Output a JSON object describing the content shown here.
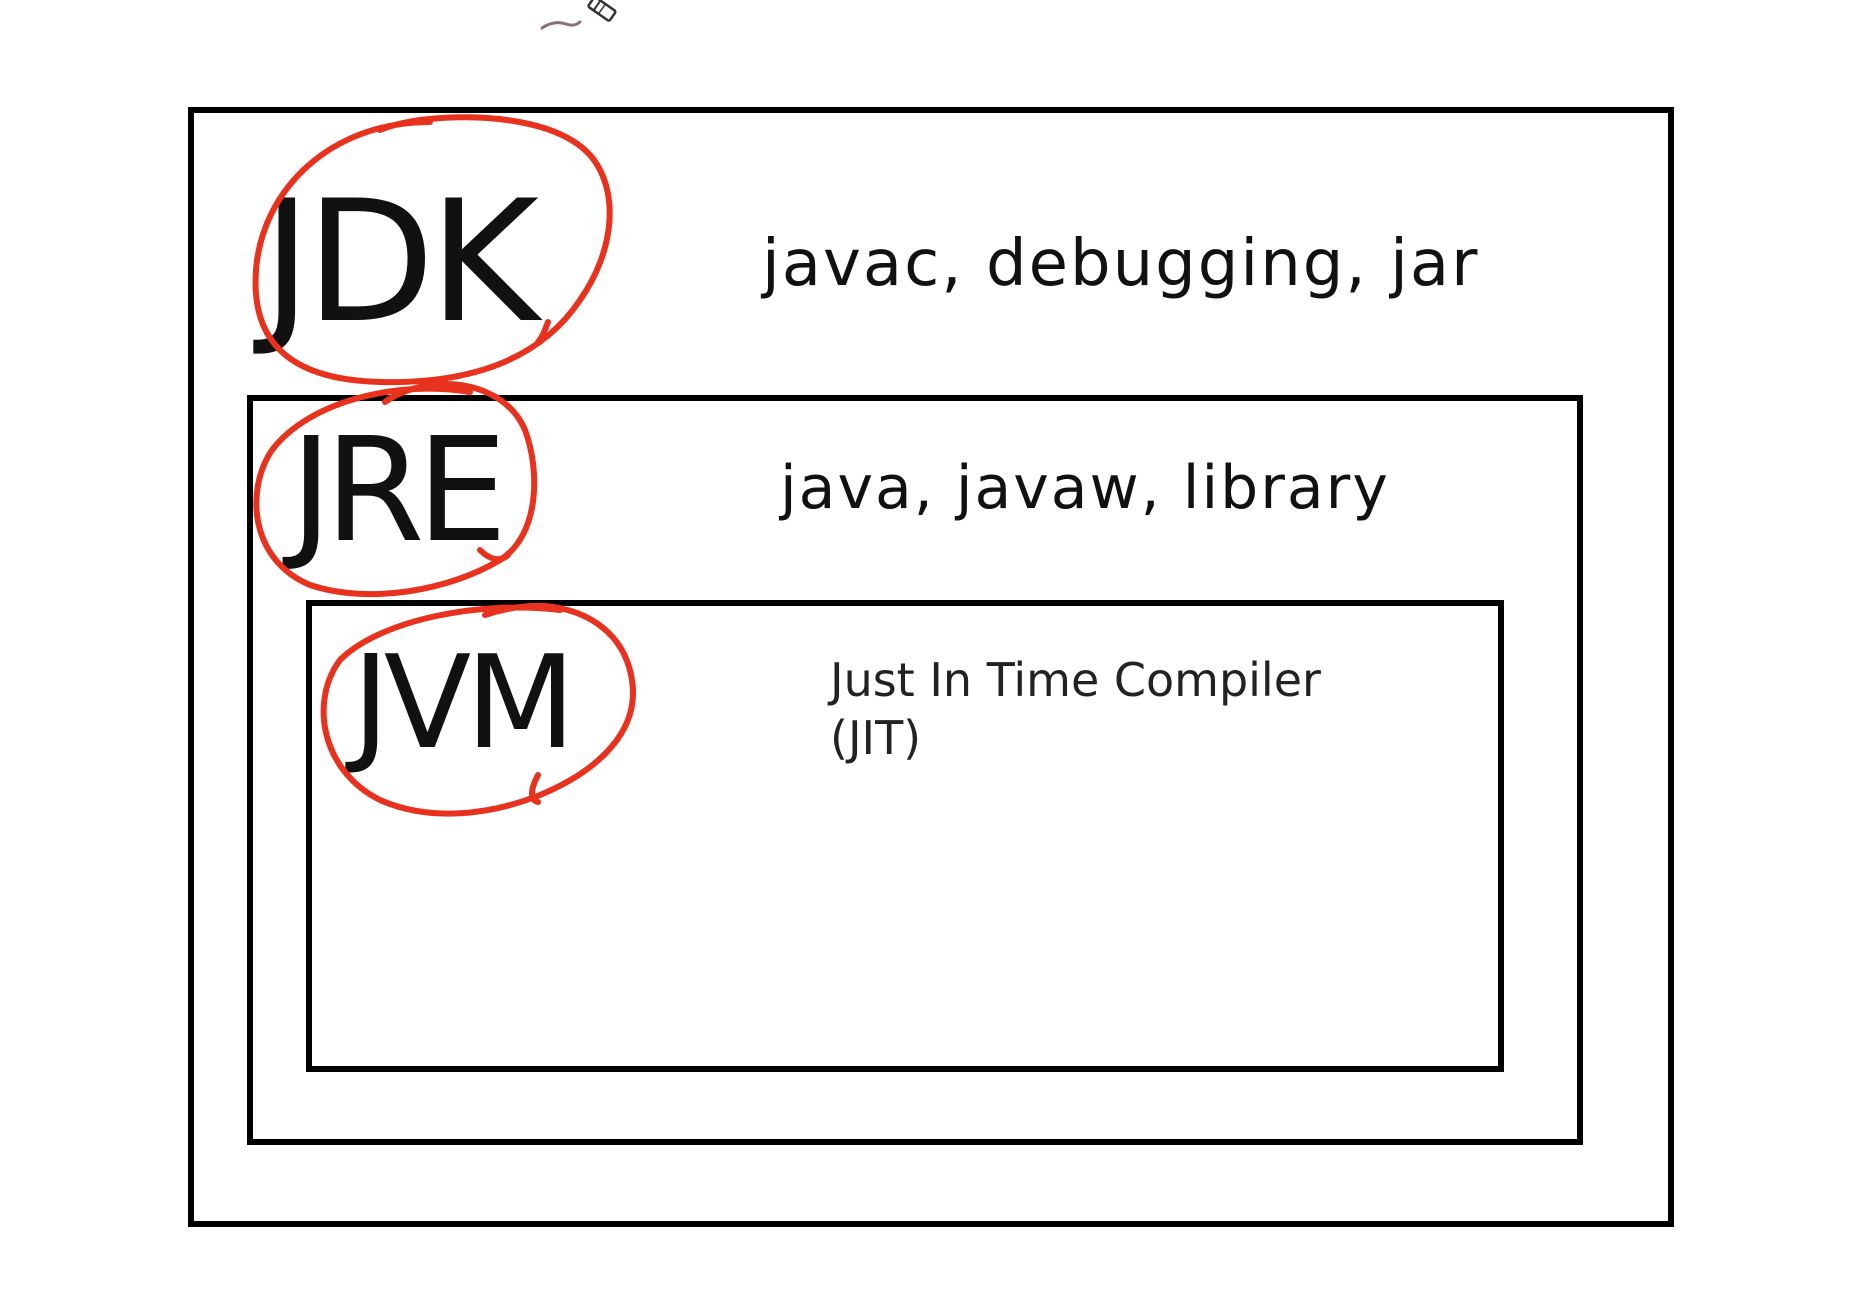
{
  "diagram": {
    "jdk": {
      "label": "JDK",
      "description": "javac, debugging, jar"
    },
    "jre": {
      "label": "JRE",
      "description": "java, javaw, library"
    },
    "jvm": {
      "label": "JVM",
      "description_line1": "Just In Time Compiler",
      "description_line2": "(JIT)"
    }
  },
  "colors": {
    "box_border": "#000000",
    "annotation_ink": "#e8321e",
    "background": "#ffffff"
  },
  "icons": {
    "cursor": "pen-cursor-icon"
  }
}
